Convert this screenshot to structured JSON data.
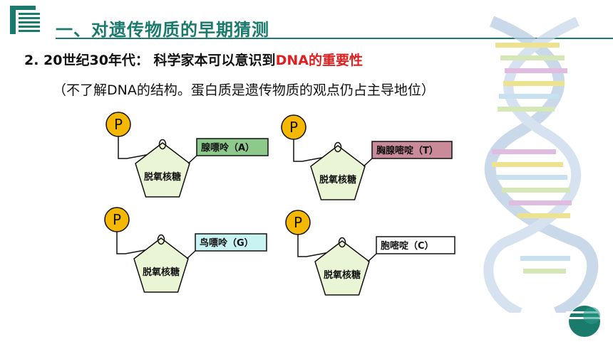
{
  "header": {
    "title": "一、对遗传物质的早期猜测"
  },
  "section": {
    "subtitle_prefix": "2. 20世纪30年代：  科学家本可以意识到",
    "subtitle_highlight": "DNA的重要性",
    "note": "（不了解DNA的结构。蛋白质是遗传物质的观点仍占主导地位）"
  },
  "nucleotides": [
    {
      "phosphate": "P",
      "sugar": "脱氧核糖",
      "base": "腺嘌呤（A）",
      "color": "#8cc98a"
    },
    {
      "phosphate": "P",
      "sugar": "脱氧核糖",
      "base": "胸腺嘧啶（T）",
      "color": "#c98a9a"
    },
    {
      "phosphate": "P",
      "sugar": "脱氧核糖",
      "base": "鸟嘌呤（G）",
      "color": "#c9f2f2"
    },
    {
      "phosphate": "P",
      "sugar": "脱氧核糖",
      "base": "胞嘧啶（C）",
      "color": "#ffffff"
    }
  ],
  "colors": {
    "accent": "#1a7a6b",
    "highlight": "#e02020",
    "phosphate_fill": "#f5b800",
    "sugar_fill": "#eaf5d5"
  },
  "icons": [
    "header-lines-icon",
    "dna-helix-icon",
    "corner-circles-icon"
  ]
}
